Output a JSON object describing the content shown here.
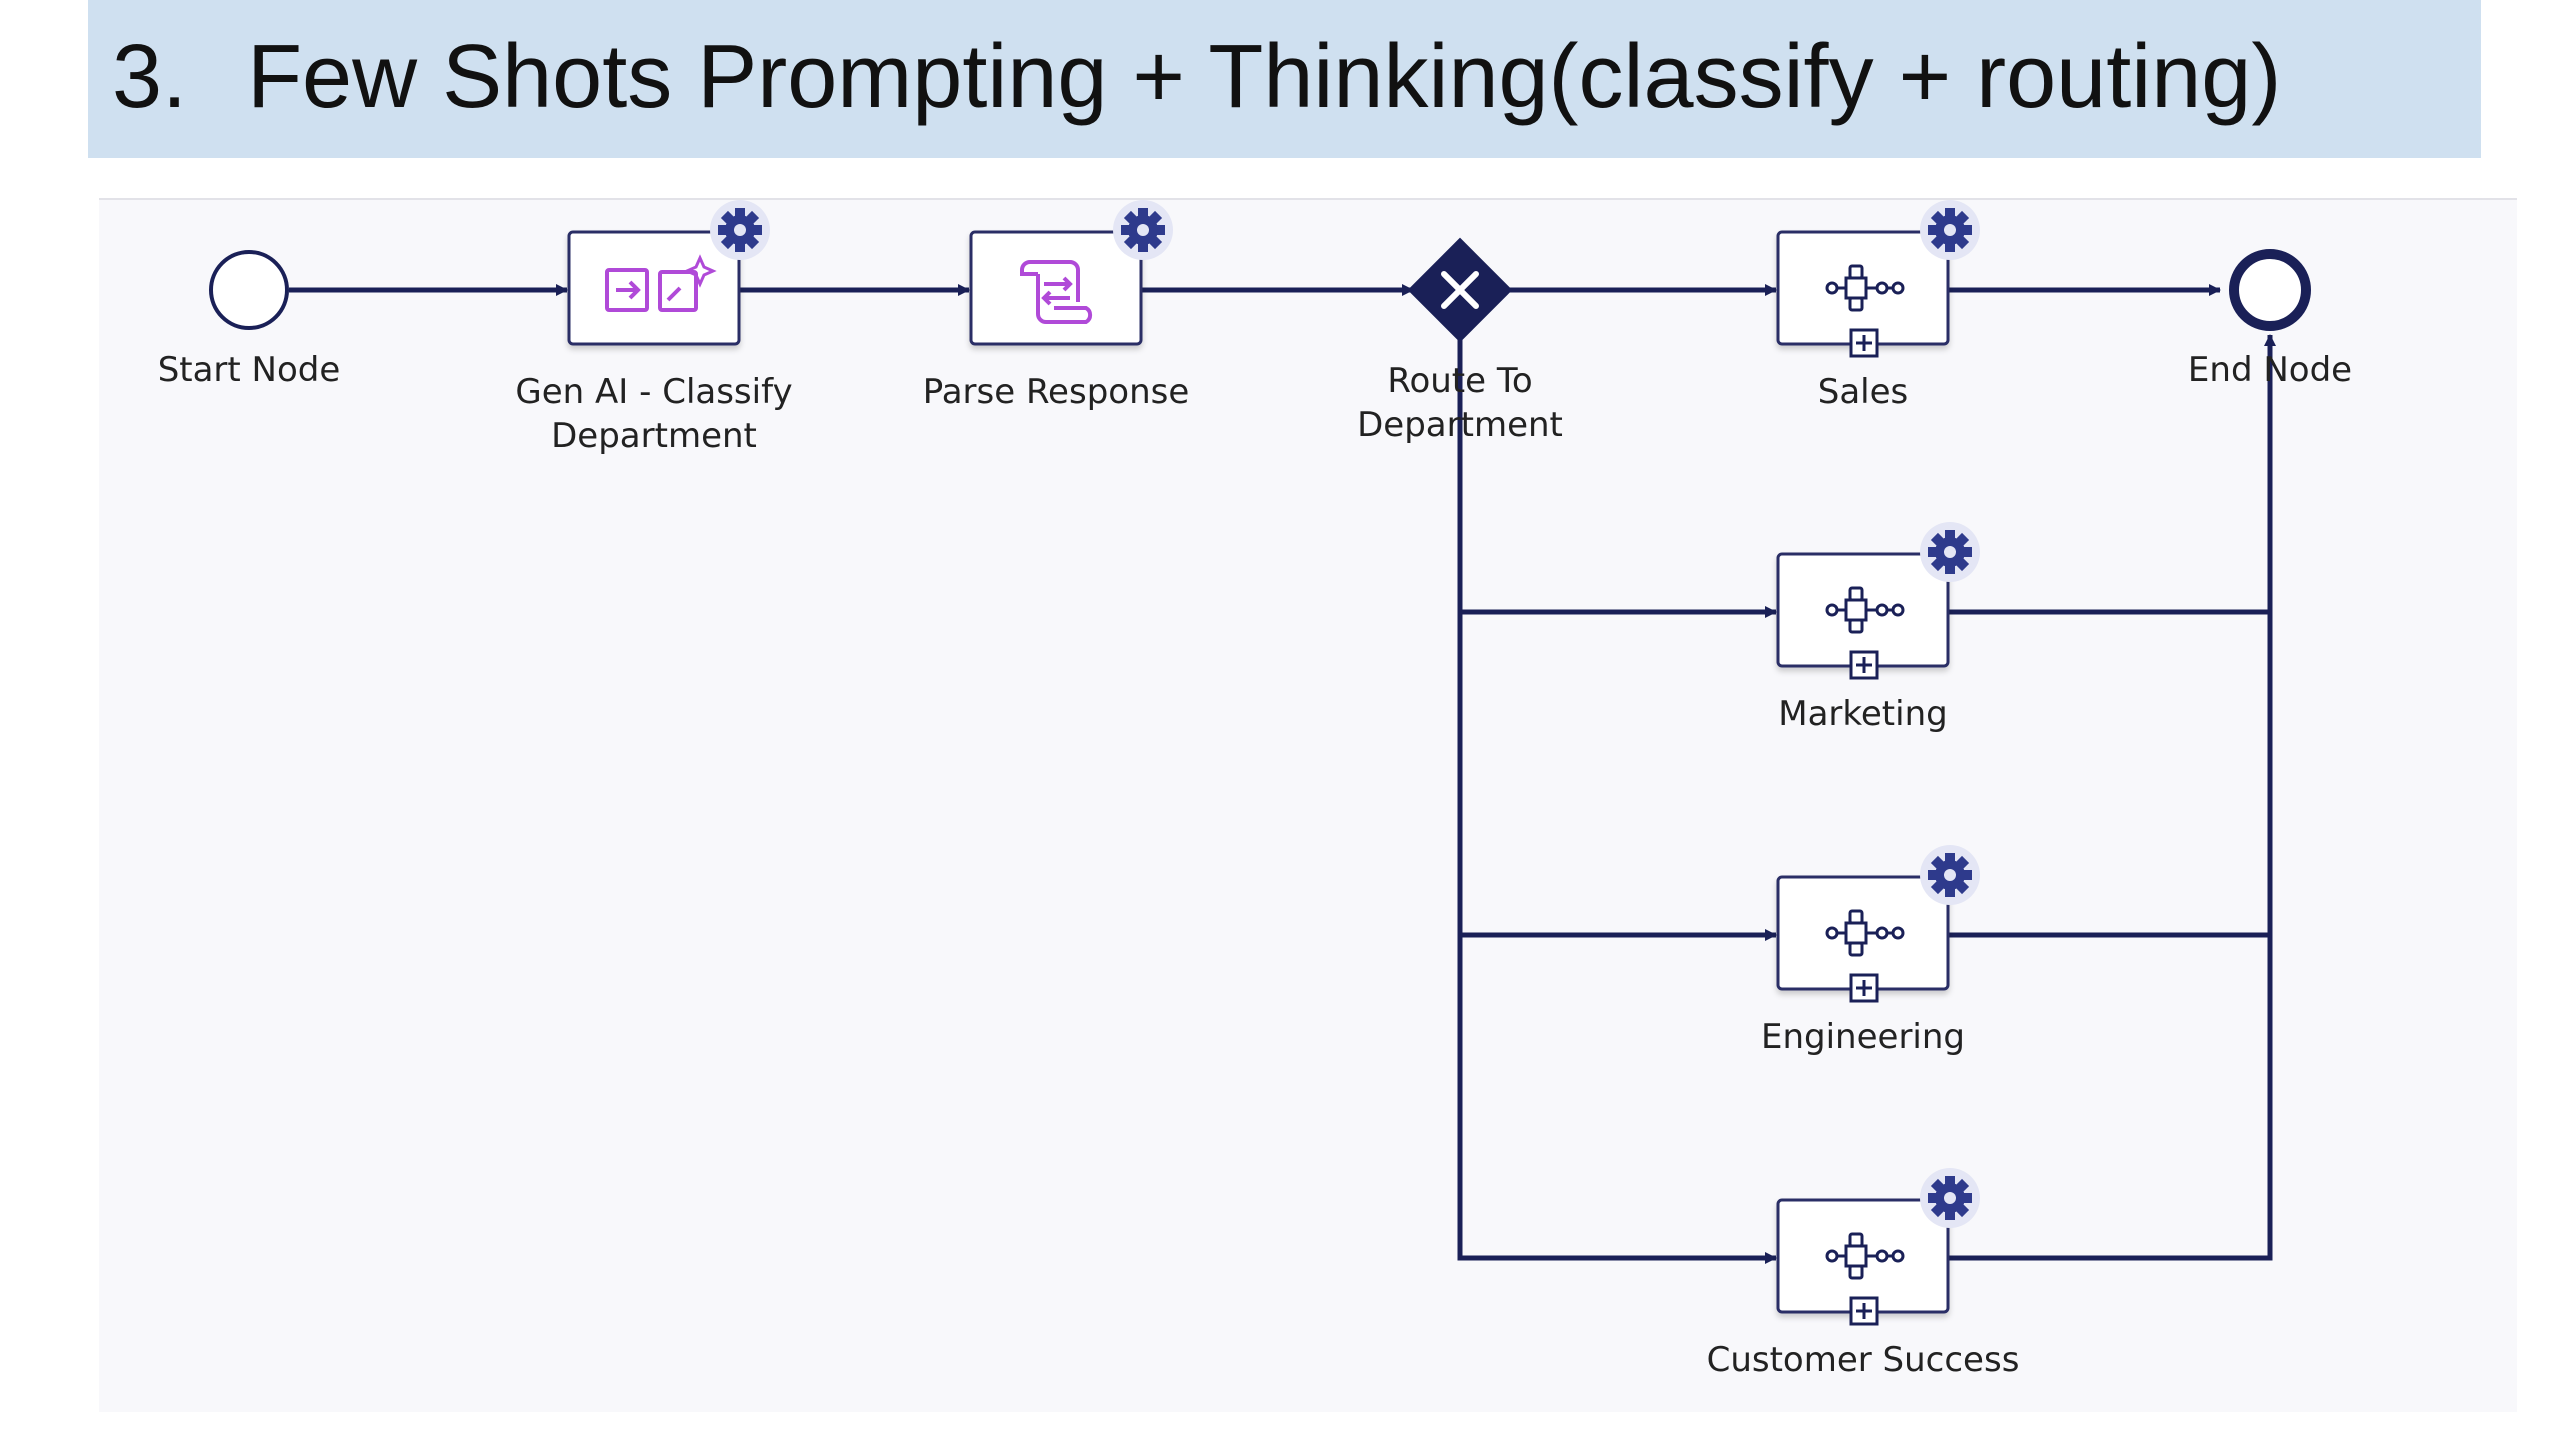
{
  "header": {
    "title_number": "3.",
    "title": "Few Shots Prompting + Thinking(classify + routing)"
  },
  "diagram": {
    "nodes": {
      "start": {
        "label": "Start Node"
      },
      "classify": {
        "label_line1": "Gen AI - Classify",
        "label_line2": "Department",
        "icon": "gen-ai-icon"
      },
      "parse": {
        "label": "Parse Response",
        "icon": "parse-icon"
      },
      "route": {
        "label_line1": "Route To",
        "label_line2": "Department",
        "icon": "exclusive-gateway-icon"
      },
      "sales": {
        "label": "Sales",
        "icon": "subprocess-icon"
      },
      "marketing": {
        "label": "Marketing",
        "icon": "subprocess-icon"
      },
      "engineering": {
        "label": "Engineering",
        "icon": "subprocess-icon"
      },
      "customer_success": {
        "label": "Customer Success",
        "icon": "subprocess-icon"
      },
      "end": {
        "label": "End Node"
      }
    }
  },
  "colors": {
    "line": "#1a2057",
    "node_border": "#2a2f66",
    "gear": "#2e3a8c",
    "gear_halo": "#e4e6f5",
    "icon_purple": "#b04ad8"
  }
}
